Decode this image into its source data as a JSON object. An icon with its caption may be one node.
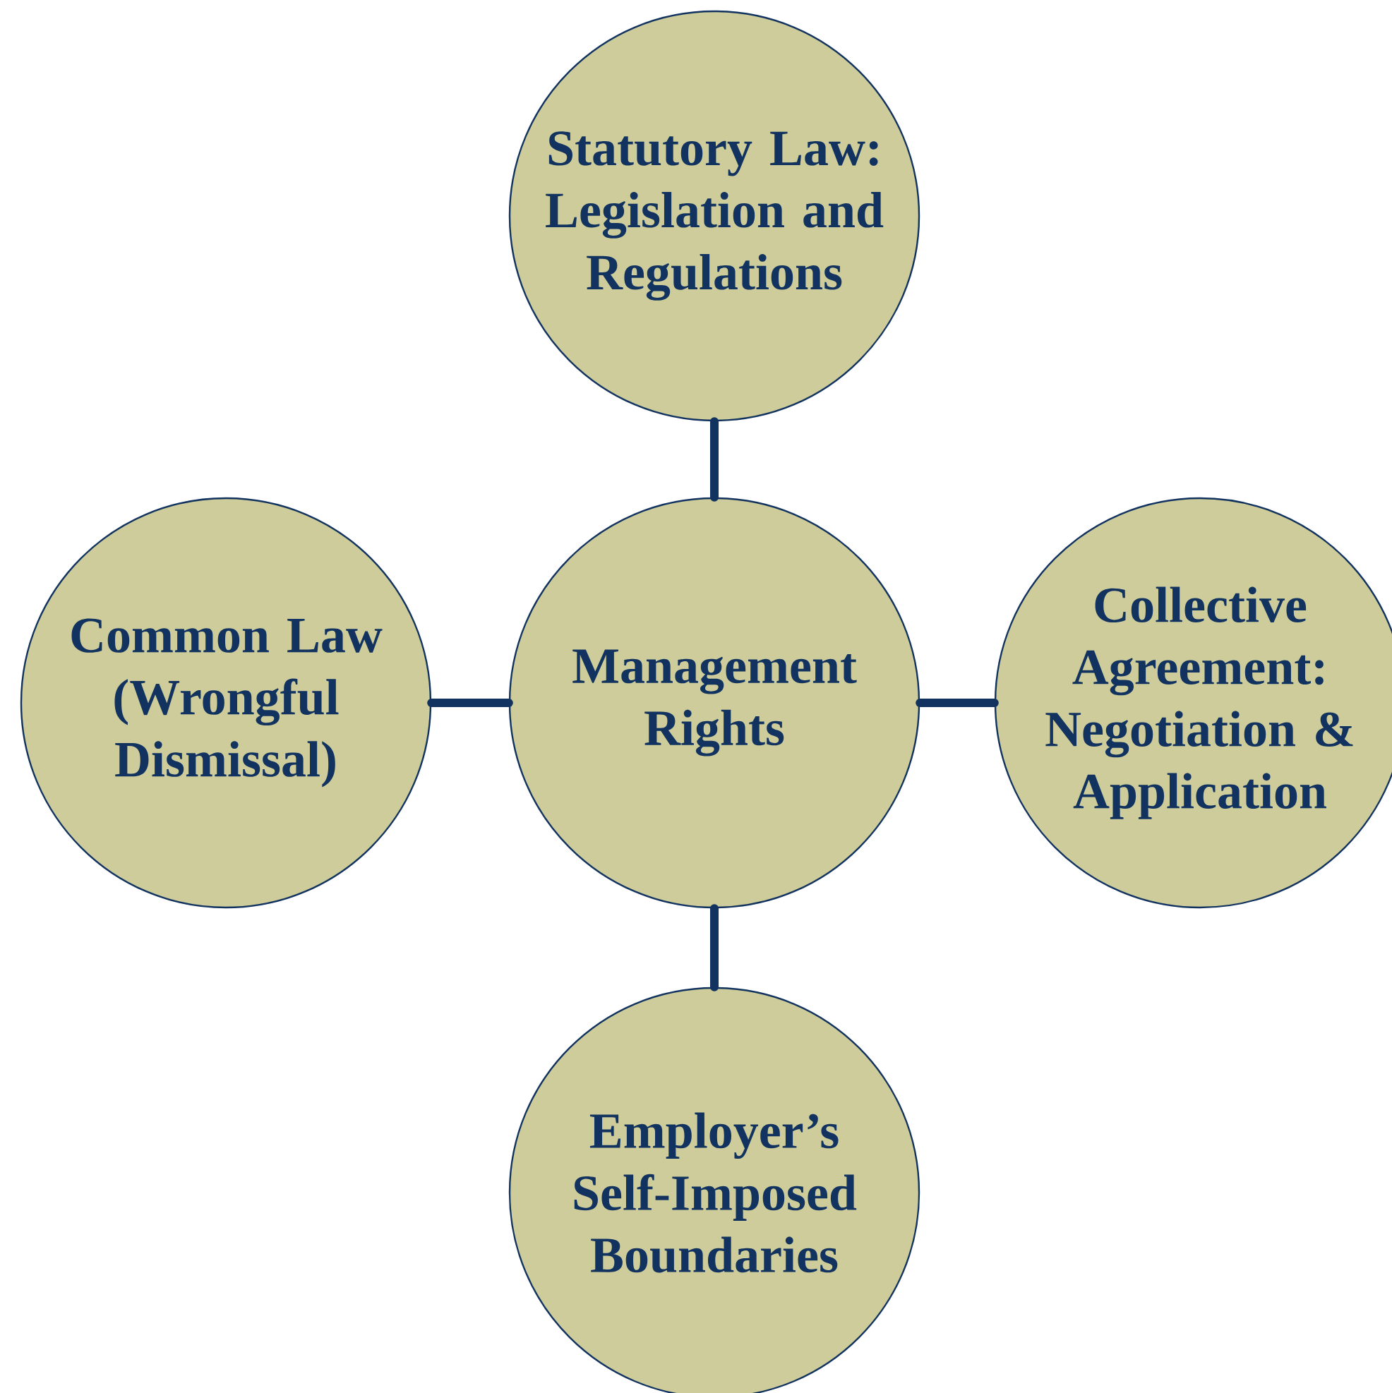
{
  "diagram": {
    "nodes": [
      {
        "text": [
          "Statutory Law: Legislation and Regulations"
        ]
      },
      {
        "text": [
          "Common Law (Wrongful Dismissal)"
        ]
      },
      {
        "text": [
          "Management Rights"
        ]
      },
      {
        "text": [
          "Collective Agreement: Negotiation & Application"
        ]
      },
      {
        "text": [
          "Employer’s Self-Imposed Boundaries"
        ]
      }
    ],
    "edges": [
      {
        "from": 2,
        "to": 0,
        "arrow": "none"
      },
      {
        "from": 2,
        "to": 1,
        "arrow": "none"
      },
      {
        "from": 2,
        "to": 3,
        "arrow": "none"
      },
      {
        "from": 2,
        "to": 4,
        "arrow": "none"
      }
    ]
  }
}
